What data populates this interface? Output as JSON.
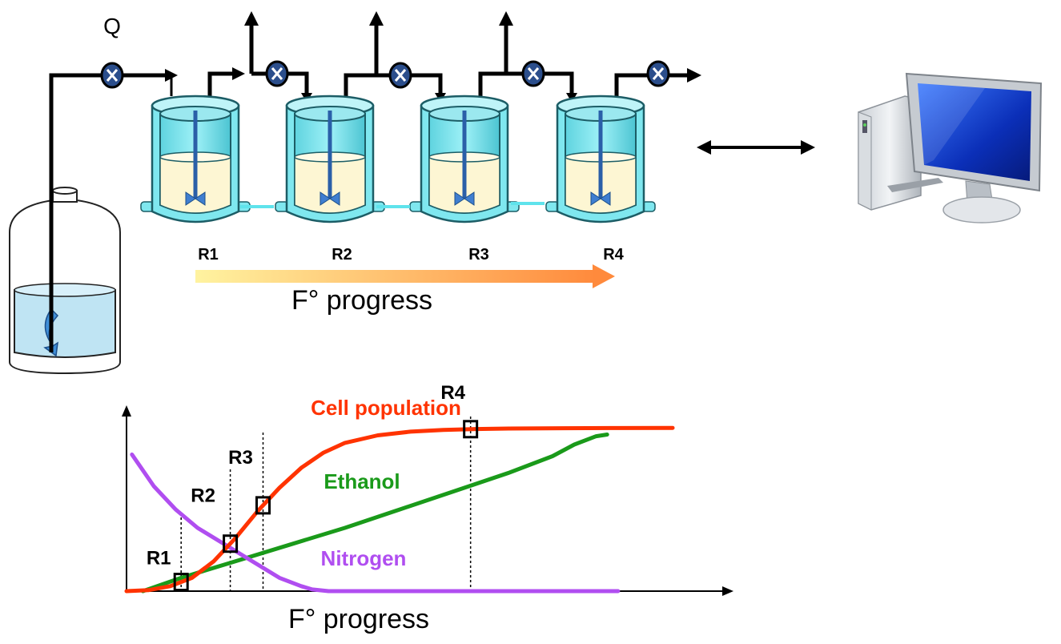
{
  "flow_label": "Q",
  "reactors": [
    {
      "label": "R1"
    },
    {
      "label": "R2"
    },
    {
      "label": "R3"
    },
    {
      "label": "R4"
    }
  ],
  "progress_label_top": "F° progress",
  "progress_label_bottom": "F° progress",
  "colors": {
    "cell": "#ff3300",
    "ethanol": "#1a9a1a",
    "nitrogen": "#b04ef0",
    "liquid": "#fdf6d3",
    "jacket": "#7fe7ef",
    "valve": "#2b4e8c",
    "arrow_start": "#fff3a0",
    "arrow_end": "#ff8a3c"
  },
  "icons": {
    "valve": "valve-icon",
    "computer": "computer-icon",
    "exchange": "double-arrow-icon"
  },
  "chart_data": {
    "type": "line",
    "title": "",
    "xlabel": "F° progress",
    "ylabel": "",
    "xlim": [
      0,
      100
    ],
    "ylim": [
      0,
      100
    ],
    "grid": false,
    "series": [
      {
        "name": "Cell population",
        "color": "#ff3300",
        "x": [
          0,
          4,
          8,
          12,
          16,
          20,
          24,
          28,
          32,
          36,
          40,
          46,
          52,
          58,
          64,
          70,
          80,
          90,
          100
        ],
        "y": [
          0,
          0.6,
          3,
          8,
          18,
          32,
          48,
          62,
          74,
          83,
          89,
          93.5,
          95.7,
          96.8,
          97.3,
          97.6,
          97.8,
          97.9,
          98
        ]
      },
      {
        "name": "Ethanol",
        "color": "#1a9a1a",
        "x": [
          3,
          10,
          20,
          30,
          40,
          50,
          60,
          70,
          78,
          82,
          86,
          88
        ],
        "y": [
          0,
          8,
          18,
          28,
          38,
          49,
          60,
          71,
          81,
          88,
          93,
          94
        ]
      },
      {
        "name": "Nitrogen",
        "color": "#b04ef0",
        "x": [
          1,
          5,
          9,
          13,
          18,
          23,
          28,
          32,
          34,
          37,
          40,
          60,
          80,
          90
        ],
        "y": [
          82,
          63,
          49,
          38,
          28,
          18,
          8,
          3,
          1,
          0,
          0,
          0,
          0,
          0
        ]
      }
    ],
    "reactor_markers": [
      {
        "label": "R1",
        "x": 10
      },
      {
        "label": "R2",
        "x": 19
      },
      {
        "label": "R3",
        "x": 25
      },
      {
        "label": "R4",
        "x": 63
      }
    ]
  }
}
